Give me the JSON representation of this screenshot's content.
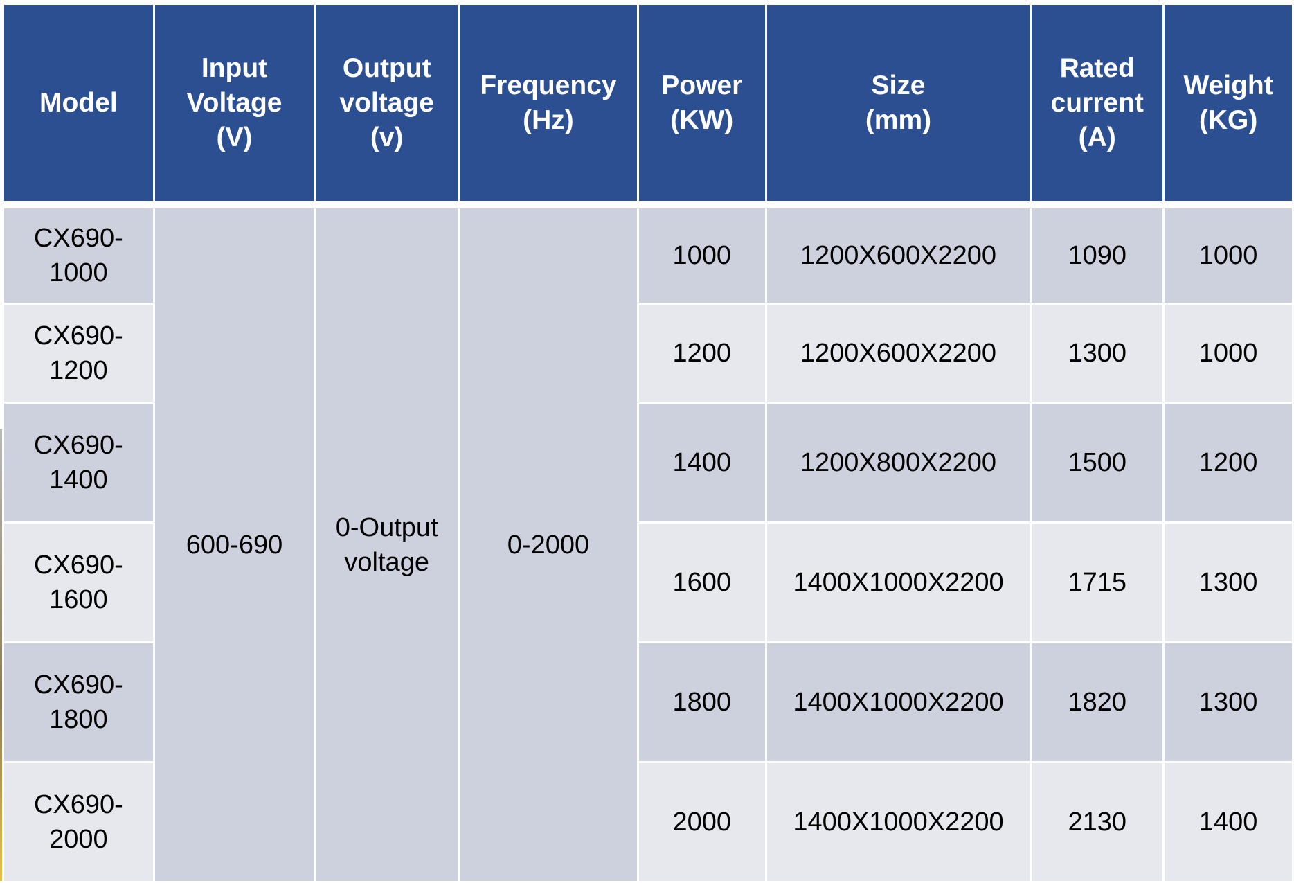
{
  "colors": {
    "header_bg": "#2C4F91",
    "row_dark": "#CDD0DD",
    "row_light": "#E7E8EE",
    "text": "#000000",
    "header_text": "#FFFFFF"
  },
  "table": {
    "headers": [
      "Model",
      "Input\nVoltage\n(V)",
      "Output\nvoltage\n(v)",
      "Frequency\n(Hz)",
      "Power\n(KW)",
      "Size\n(mm)",
      "Rated\ncurrent\n(A)",
      "Weight\n(KG)"
    ],
    "merged": {
      "input_voltage": "600-690",
      "output_voltage": "0-Output\nvoltage",
      "frequency": "0-2000"
    },
    "rows": [
      {
        "model": "CX690-\n1000",
        "power": "1000",
        "size": "1200X600X2200",
        "rated_current": "1090",
        "weight": "1000"
      },
      {
        "model": "CX690-\n1200",
        "power": "1200",
        "size": "1200X600X2200",
        "rated_current": "1300",
        "weight": "1000"
      },
      {
        "model": "CX690-\n1400",
        "power": "1400",
        "size": "1200X800X2200",
        "rated_current": "1500",
        "weight": "1200"
      },
      {
        "model": "CX690-\n1600",
        "power": "1600",
        "size": "1400X1000X2200",
        "rated_current": "1715",
        "weight": "1300"
      },
      {
        "model": "CX690-\n1800",
        "power": "1800",
        "size": "1400X1000X2200",
        "rated_current": "1820",
        "weight": "1300"
      },
      {
        "model": "CX690-\n2000",
        "power": "2000",
        "size": "1400X1000X2200",
        "rated_current": "2130",
        "weight": "1400"
      }
    ]
  }
}
